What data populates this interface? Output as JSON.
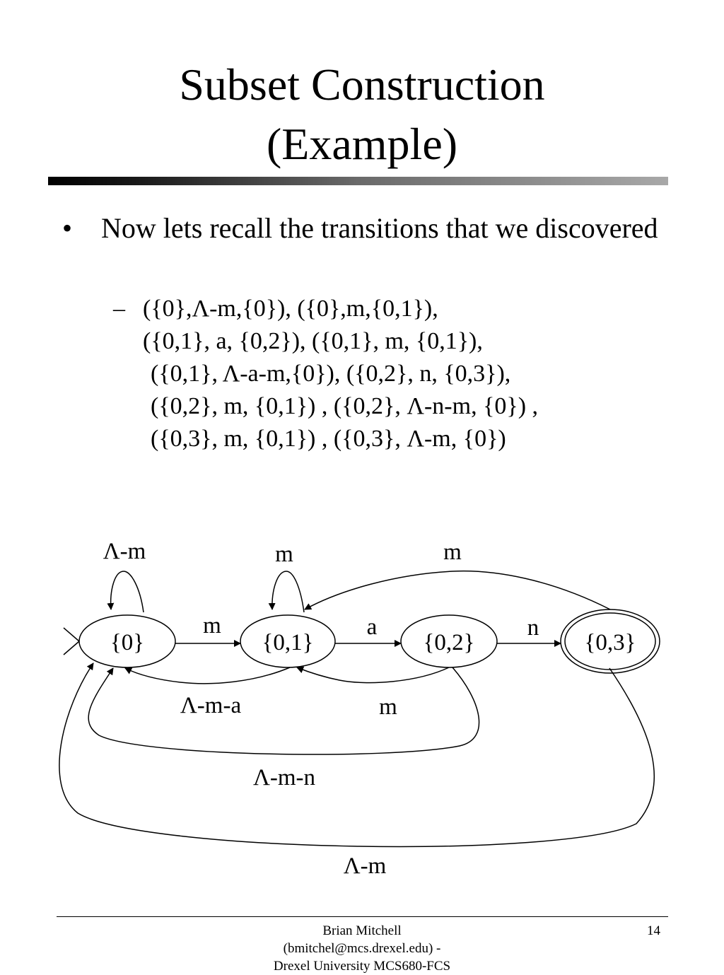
{
  "title": {
    "line1": "Subset Construction",
    "line2": "(Example)"
  },
  "bullet": {
    "symbol": "•",
    "text": "Now lets recall the transitions that we discovered"
  },
  "sub": {
    "symbol": "–",
    "lines": [
      "({0},Λ-m,{0}), ({0},m,{0,1}),",
      "({0,1}, a, {0,2}), ({0,1}, m, {0,1}),",
      "({0,1}, Λ-a-m,{0}), ({0,2}, n, {0,3}),",
      "({0,2}, m, {0,1}) , ({0,2}, Λ-n-m, {0}) ,",
      "({0,3}, m, {0,1}) , ({0,3}, Λ-m, {0})"
    ]
  },
  "diagram": {
    "states": [
      {
        "label": "{0}",
        "start": true,
        "accepting": false
      },
      {
        "label": "{0,1}",
        "start": false,
        "accepting": false
      },
      {
        "label": "{0,2}",
        "start": false,
        "accepting": false
      },
      {
        "label": "{0,3}",
        "start": false,
        "accepting": true
      }
    ],
    "edge_labels": {
      "self_0": "Λ-m",
      "self_01": "m",
      "e_03_01": "m",
      "e_0_01": "m",
      "e_01_02": "a",
      "e_02_03": "n",
      "e_01_0": "Λ-m-a",
      "e_02_01": "m",
      "e_02_0": "Λ-m-n",
      "e_03_0": "Λ-m"
    }
  },
  "footer": {
    "line1": "Brian Mitchell",
    "line2": "(bmitchel@mcs.drexel.edu) -",
    "line3": "Drexel University MCS680-FCS",
    "page": "14"
  }
}
